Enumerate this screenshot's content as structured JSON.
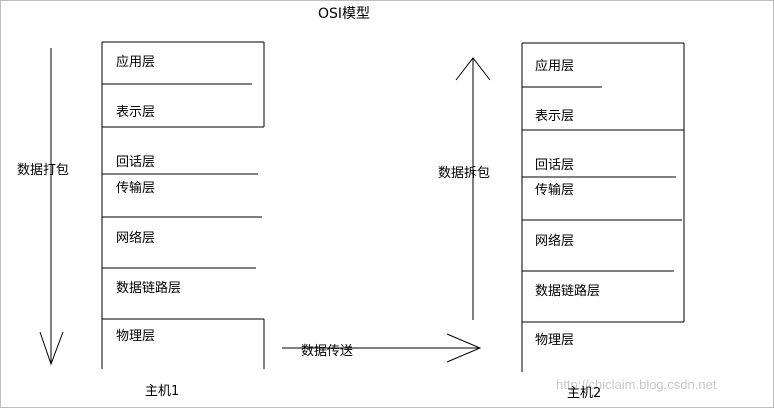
{
  "title": "OSI模型",
  "hosts": [
    {
      "label": "主机1",
      "layers": [
        "应用层",
        "表示层",
        "回话层",
        "传输层",
        "网络层",
        "数据链路层",
        "物理层"
      ]
    },
    {
      "label": "主机2",
      "layers": [
        "应用层",
        "表示层",
        "回话层",
        "传输层",
        "网络层",
        "数据链路层",
        "物理层"
      ]
    }
  ],
  "arrows": {
    "pack": "数据打包",
    "unpack": "数据拆包",
    "transfer": "数据传送"
  },
  "watermark": "http://chiclaim.blog.csdn.net"
}
